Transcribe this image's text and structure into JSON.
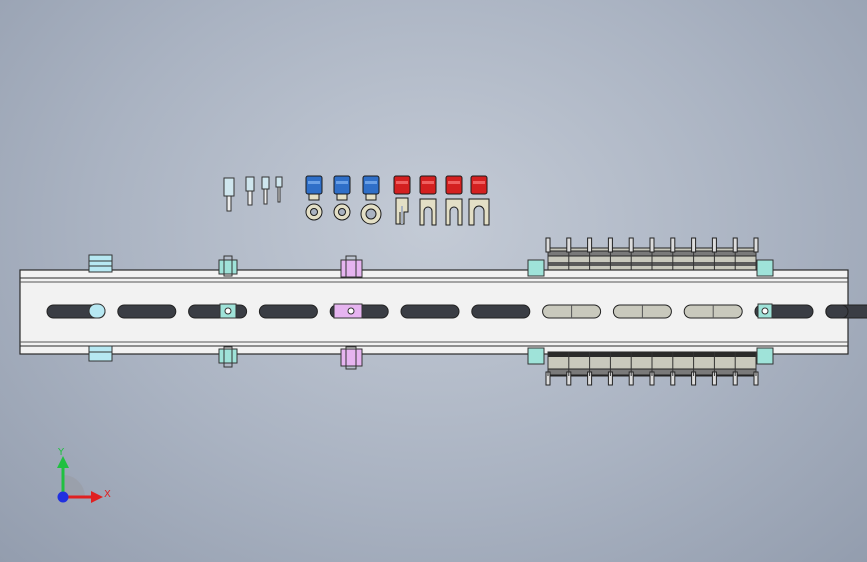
{
  "viewport": {
    "background": "#aab3c2"
  },
  "colors": {
    "rail": "#f2f2f2",
    "rail_edge": "#2a2a2a",
    "slot": "#3a3d44",
    "terminal_blue": "#2f6fc8",
    "terminal_red": "#d42020",
    "ferrule": "#cfe6ee",
    "lug_metal": "#e3dfc6",
    "clamp_teal": "#9fe3d9",
    "clamp_pink": "#e6b4f0",
    "block_grey": "#7a7a7a",
    "block_light": "#c9c9bd"
  },
  "parts": {
    "ferrules": 4,
    "ring_terminals_blue": 3,
    "fork_terminals_red": 4,
    "rail_slots": 12,
    "terminal_block_poles": 11
  },
  "triad": {
    "x_label": "X",
    "y_label": "Y",
    "x_color": "#e02020",
    "y_color": "#20c040",
    "z_color": "#2030e0"
  }
}
